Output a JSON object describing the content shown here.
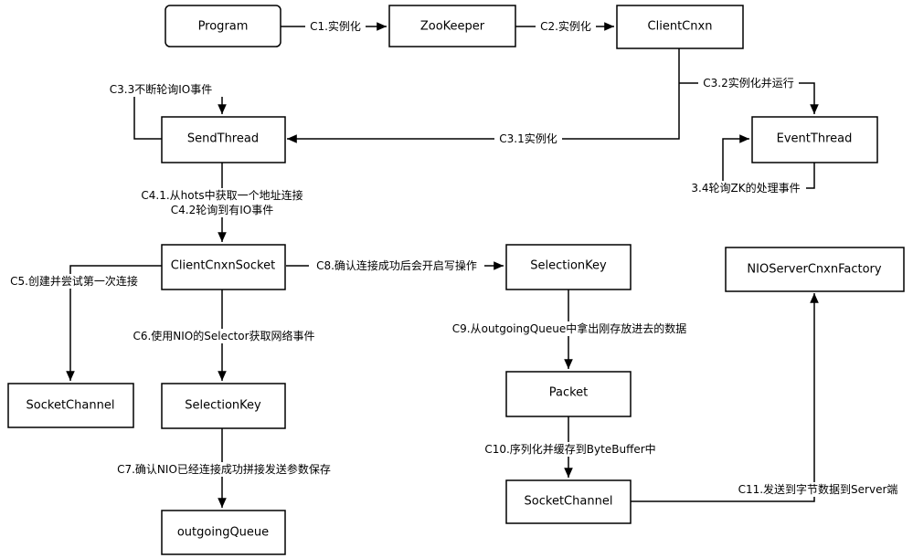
{
  "nodes": {
    "program": "Program",
    "zookeeper": "ZooKeeper",
    "client_cnxn": "ClientCnxn",
    "send_thread": "SendThread",
    "event_thread": "EventThread",
    "client_cnxn_socket": "ClientCnxnSocket",
    "selection_key_right": "SelectionKey",
    "nio_server_cnxn_factory": "NIOServerCnxnFactory",
    "socket_channel_left": "SocketChannel",
    "selection_key_left": "SelectionKey",
    "packet": "Packet",
    "socket_channel_right": "SocketChannel",
    "outgoing_queue": "outgoingQueue"
  },
  "edges": {
    "c1": "C1.实例化",
    "c2": "C2.实例化",
    "c3_1": "C3.1实例化",
    "c3_2": "C3.2实例化并运行",
    "c3_3": "C3.3不断轮询IO事件",
    "c3_4": "3.4轮询ZK的处理事件",
    "c4_1": "C4.1.从hots中获取一个地址连接",
    "c4_2": "C4.2轮询到有IO事件",
    "c5": "C5.创建并尝试第一次连接",
    "c6": "C6.使用NIO的Selector获取网络事件",
    "c7": "C7.确认NIO已经连接成功拼接发送参数保存",
    "c8": "C8.确认连接成功后会开启写操作",
    "c9": "C9.从outgoingQueue中拿出刚存放进去的数据",
    "c10": "C10.序列化并缓存到ByteBuffer中",
    "c11": "C11.发送到字节数据到Server端"
  }
}
